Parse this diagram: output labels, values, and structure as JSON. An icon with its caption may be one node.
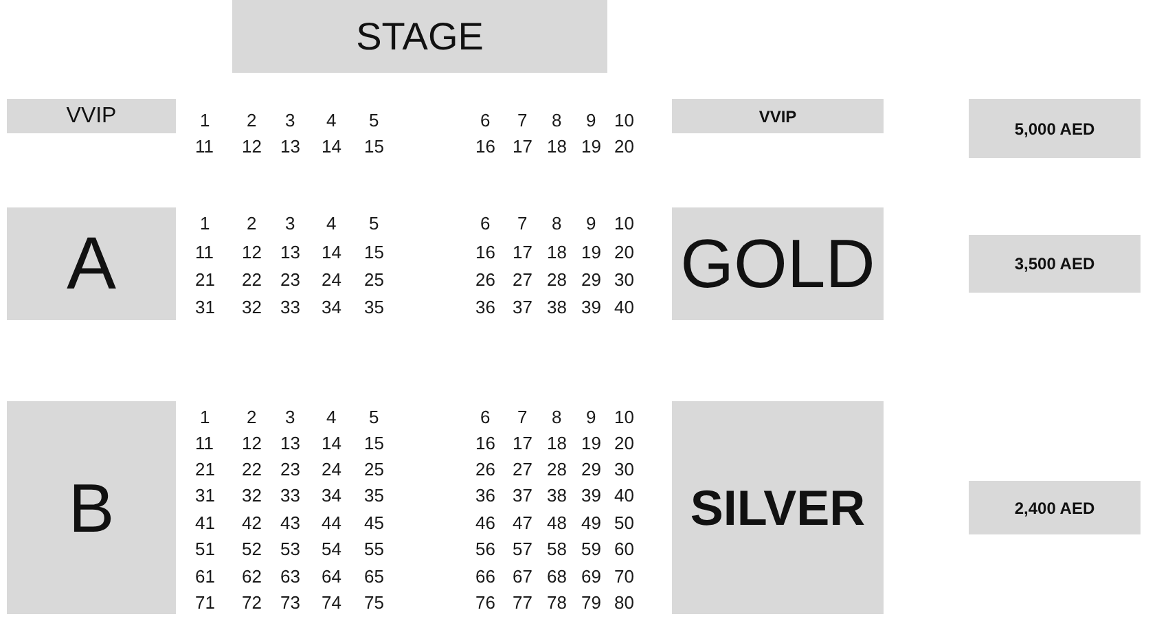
{
  "diagram": {
    "nodes": [
      {
        "text": [
          "STAGE"
        ]
      },
      {
        "text": [
          "VVIP"
        ]
      },
      {
        "text": [
          "VVIP"
        ]
      },
      {
        "text": [
          "5,000 AED"
        ]
      },
      {
        "text": [
          "A"
        ]
      },
      {
        "text": [
          "GOLD"
        ]
      },
      {
        "text": [
          "3,500 AED"
        ]
      },
      {
        "text": [
          "B"
        ]
      },
      {
        "text": [
          "SILVER"
        ]
      },
      {
        "text": [
          "2,400 AED"
        ]
      }
    ],
    "edges": [],
    "labels": [
      "1",
      "2",
      "3",
      "4",
      "5",
      "6",
      "7",
      "8",
      "9",
      "10",
      "11",
      "12",
      "13",
      "14",
      "15",
      "16",
      "17",
      "18",
      "19",
      "20",
      "1",
      "2",
      "3",
      "4",
      "5",
      "6",
      "7",
      "8",
      "9",
      "10",
      "11",
      "12",
      "13",
      "14",
      "15",
      "16",
      "17",
      "18",
      "19",
      "20",
      "21",
      "22",
      "23",
      "24",
      "25",
      "26",
      "27",
      "28",
      "29",
      "30",
      "31",
      "32",
      "33",
      "34",
      "35",
      "36",
      "37",
      "38",
      "39",
      "40",
      "1",
      "2",
      "3",
      "4",
      "5",
      "6",
      "7",
      "8",
      "9",
      "10",
      "11",
      "12",
      "13",
      "14",
      "15",
      "16",
      "17",
      "18",
      "19",
      "20",
      "21",
      "22",
      "23",
      "24",
      "25",
      "26",
      "27",
      "28",
      "29",
      "30",
      "31",
      "32",
      "33",
      "34",
      "35",
      "36",
      "37",
      "38",
      "39",
      "40",
      "41",
      "42",
      "43",
      "44",
      "45",
      "46",
      "47",
      "48",
      "49",
      "50",
      "51",
      "52",
      "53",
      "54",
      "55",
      "56",
      "57",
      "58",
      "59",
      "60",
      "61",
      "62",
      "63",
      "64",
      "65",
      "66",
      "67",
      "68",
      "69",
      "70",
      "71",
      "72",
      "73",
      "74",
      "75",
      "76",
      "77",
      "78",
      "79",
      "80"
    ]
  }
}
